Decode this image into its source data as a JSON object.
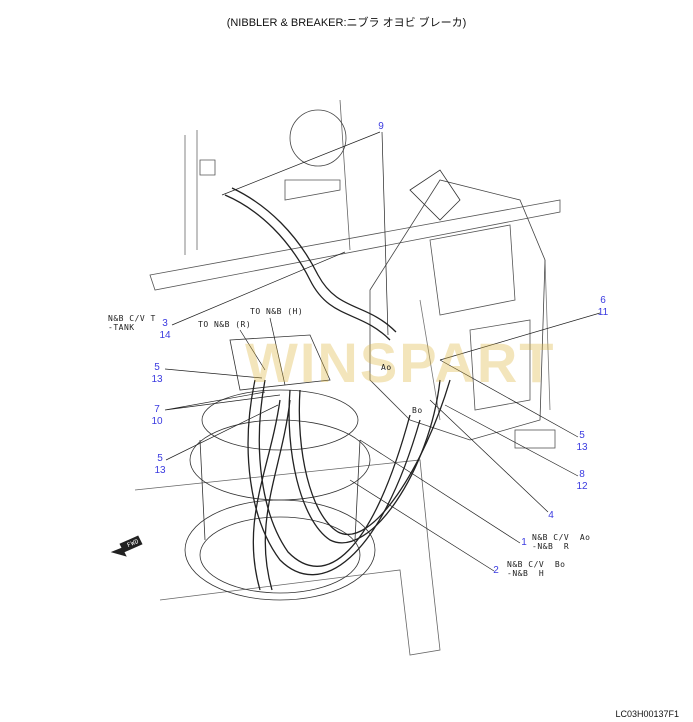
{
  "title": "(NIBBLER & BREAKER:ニブラ オヨビ ブレーカ)",
  "drawing_code": "LC03H00137F1",
  "watermark": "WINSPART",
  "fwd_label": "FWD",
  "port_labels": {
    "ao": "Ao",
    "bo": "Bo"
  },
  "notes": {
    "tank": "N&B C/V T\n-TANK",
    "to_h": "TO N&B (H)",
    "to_r": "TO N&B (R)",
    "p1": "N&B C/V  Ao\n-N&B  R",
    "p2": "N&B C/V  Bo\n-N&B  H"
  },
  "callouts": [
    {
      "id": "c9",
      "a": "9"
    },
    {
      "id": "c3",
      "a": "3",
      "b": "14"
    },
    {
      "id": "c5a",
      "a": "5",
      "b": "13"
    },
    {
      "id": "c7",
      "a": "7",
      "b": "10"
    },
    {
      "id": "c5b",
      "a": "5",
      "b": "13"
    },
    {
      "id": "c6",
      "a": "6",
      "b": "11"
    },
    {
      "id": "c5c",
      "a": "5",
      "b": "13"
    },
    {
      "id": "c8",
      "a": "8",
      "b": "12"
    },
    {
      "id": "c4",
      "a": "4"
    },
    {
      "id": "c1",
      "a": "1"
    },
    {
      "id": "c2",
      "a": "2"
    }
  ]
}
